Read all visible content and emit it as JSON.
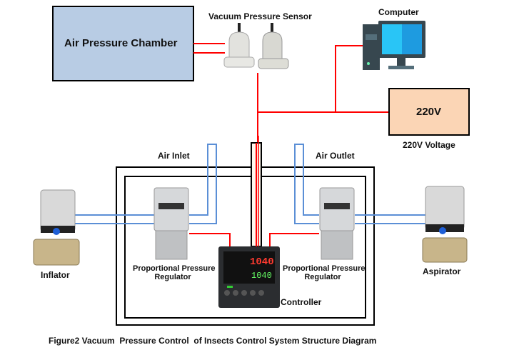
{
  "nodes": {
    "chamber": "Air Pressure Chamber",
    "sensor": "Vacuum Pressure Sensor",
    "computer": "Computer",
    "power_box": "220V",
    "power_caption": "220V Voltage",
    "air_inlet": "Air Inlet",
    "air_outlet": "Air Outlet",
    "regulator_left_1": "Proportional Pressure",
    "regulator_left_2": "Regulator",
    "regulator_right_1": "Proportional Pressure",
    "regulator_right_2": "Regulator",
    "controller": "Controller",
    "inflator": "Inflator",
    "aspirator": "Aspirator",
    "controller_pv": "1040",
    "controller_sp": "1040"
  },
  "caption": "Figure2 Vacuum  Pressure Control  of Insects Control System Structure Diagram",
  "colors": {
    "chamber_fill": "#b8cce4",
    "power_fill": "#fbd5b5",
    "signal_line": "#ff0000",
    "air_line": "#5b8fd6",
    "border": "#000000"
  }
}
